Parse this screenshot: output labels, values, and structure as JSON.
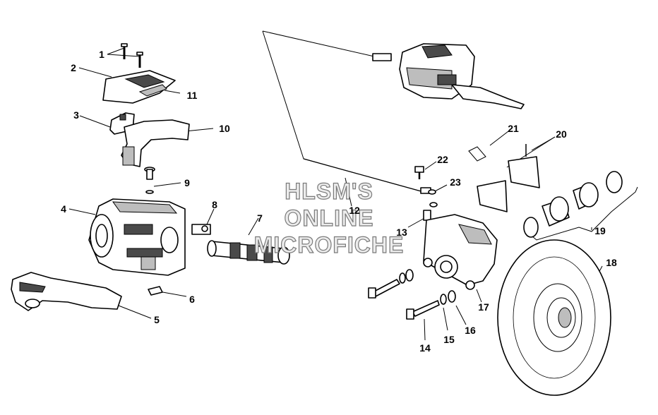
{
  "watermark": {
    "line1": "HLSM'S",
    "line2": "ONLINE",
    "line3": "MICROFICHE"
  },
  "callouts": {
    "c1": "1",
    "c2": "2",
    "c3": "3",
    "c4": "4",
    "c5": "5",
    "c6": "6",
    "c7": "7",
    "c8": "8",
    "c9": "9",
    "c10": "10",
    "c11": "11",
    "c12": "12",
    "c13": "13",
    "c14": "14",
    "c15": "15",
    "c16": "16",
    "c17": "17",
    "c18": "18",
    "c19": "19",
    "c20": "20",
    "c21": "21",
    "c22": "22",
    "c23": "23"
  }
}
